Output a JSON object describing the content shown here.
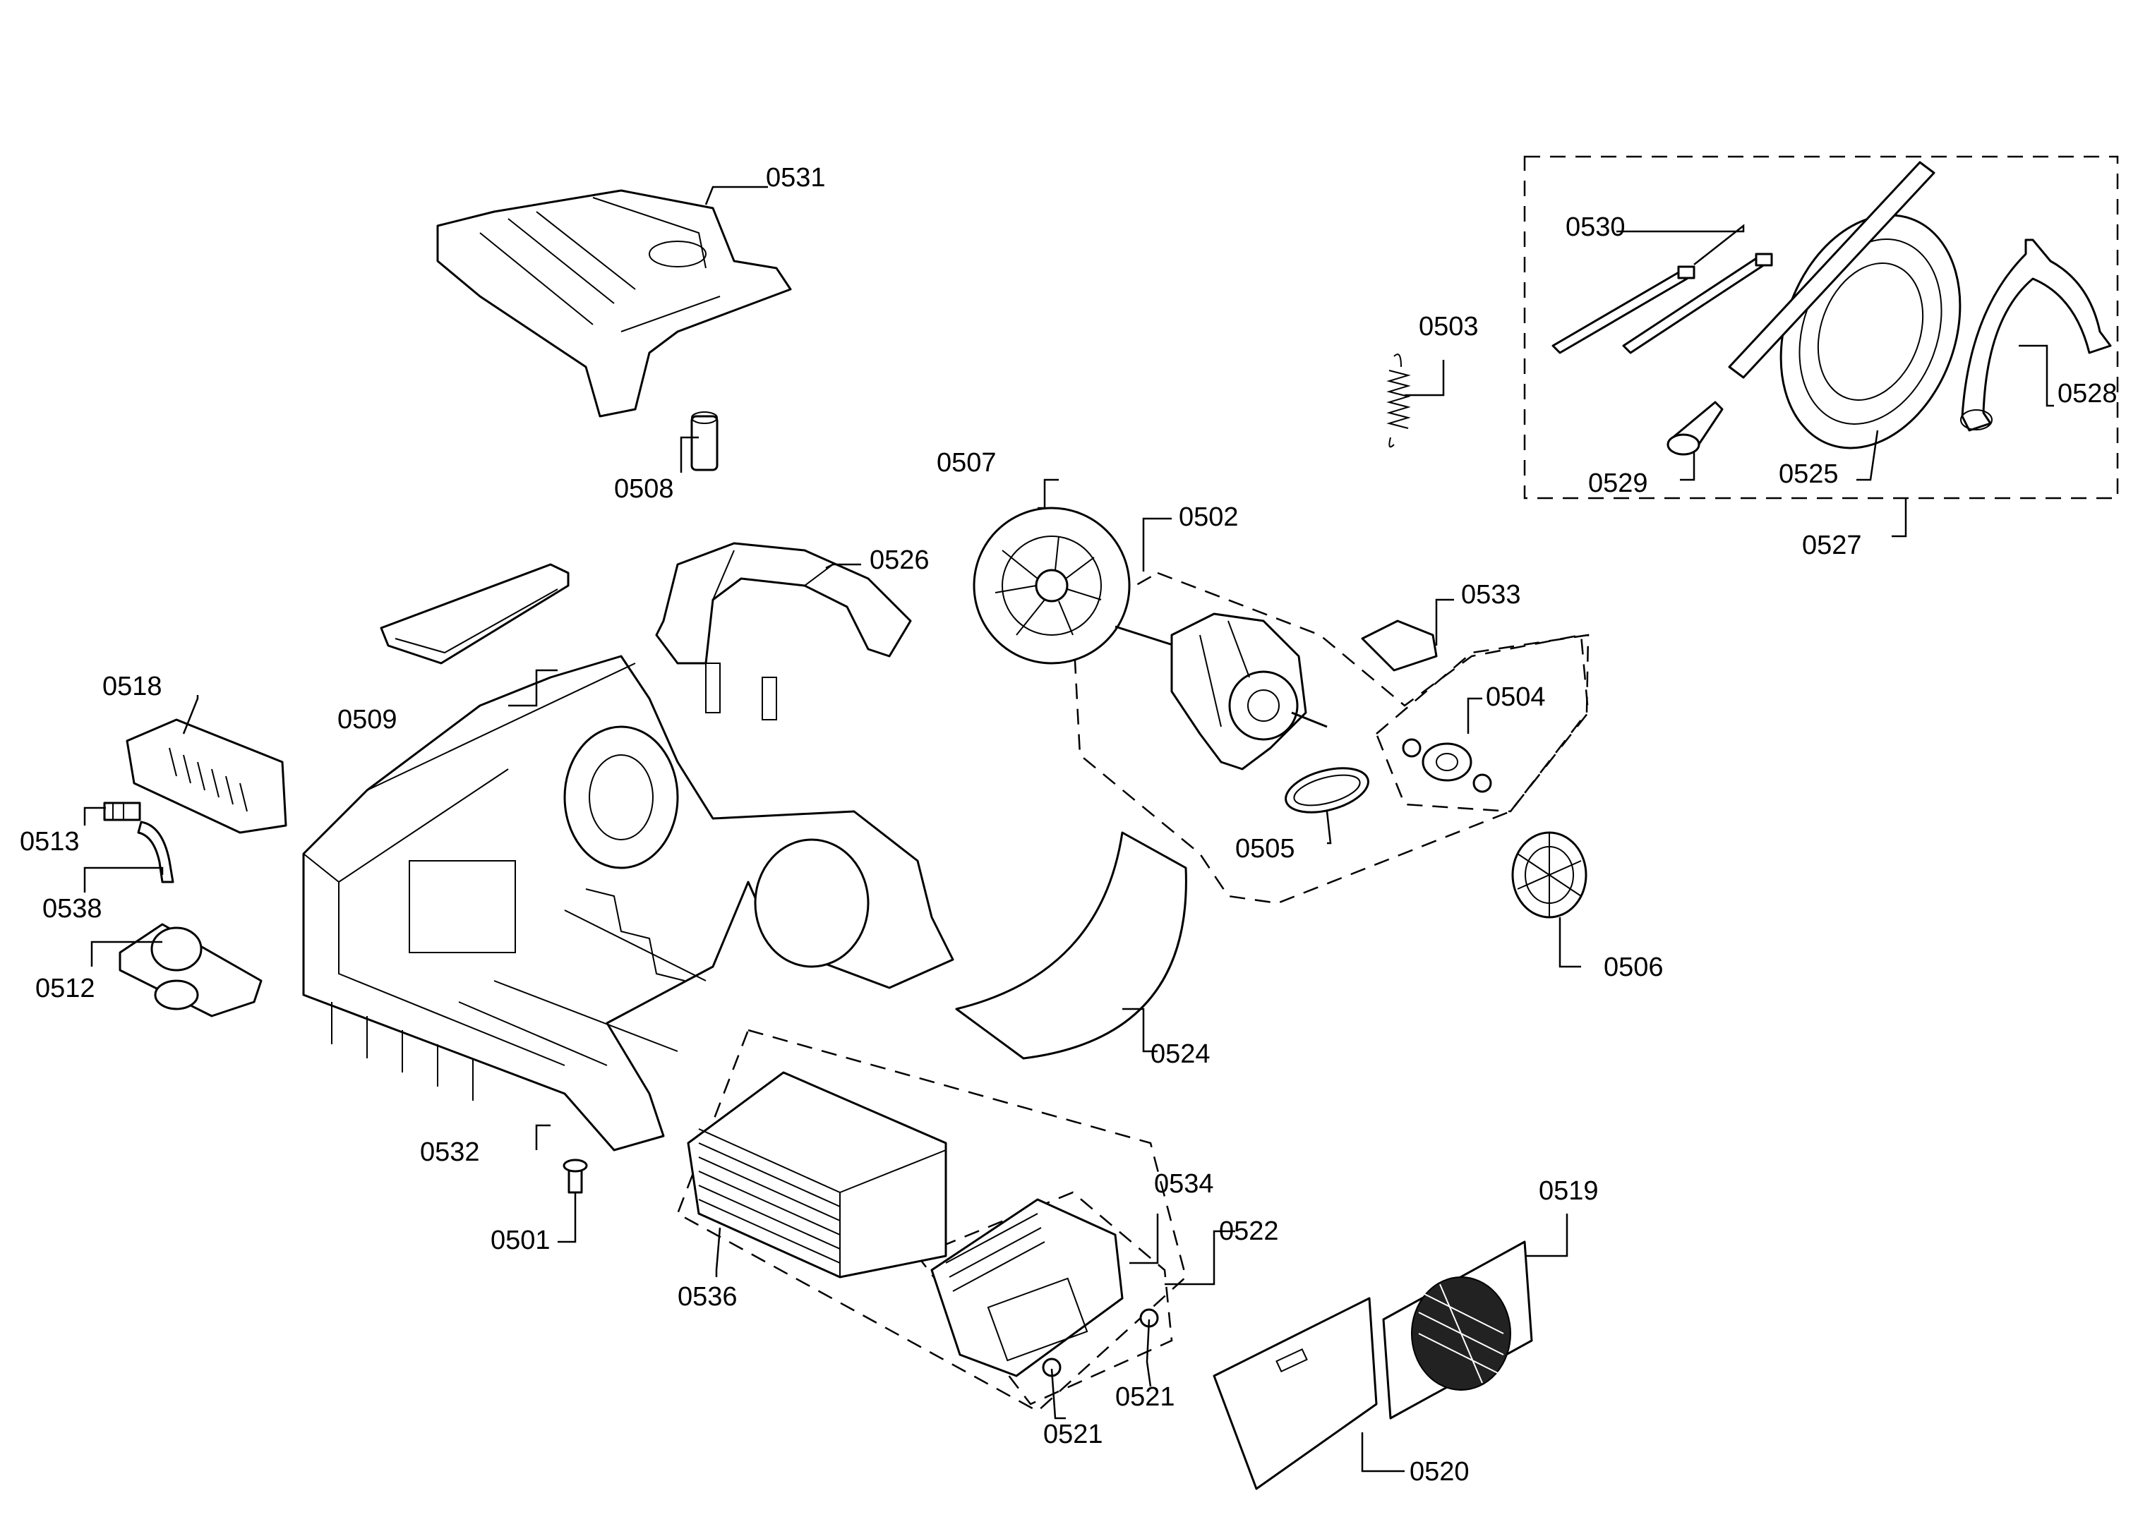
{
  "labels": {
    "p0501": "0501",
    "p0502": "0502",
    "p0503": "0503",
    "p0504": "0504",
    "p0505": "0505",
    "p0506": "0506",
    "p0507": "0507",
    "p0508": "0508",
    "p0509": "0509",
    "p0512": "0512",
    "p0513": "0513",
    "p0518": "0518",
    "p0519": "0519",
    "p0520": "0520",
    "p0521a": "0521",
    "p0521b": "0521",
    "p0522": "0522",
    "p0524": "0524",
    "p0525": "0525",
    "p0526": "0526",
    "p0527": "0527",
    "p0528": "0528",
    "p0529": "0529",
    "p0530": "0530",
    "p0531": "0531",
    "p0532": "0532",
    "p0533": "0533",
    "p0534": "0534",
    "p0536": "0536",
    "p0538": "0538"
  }
}
